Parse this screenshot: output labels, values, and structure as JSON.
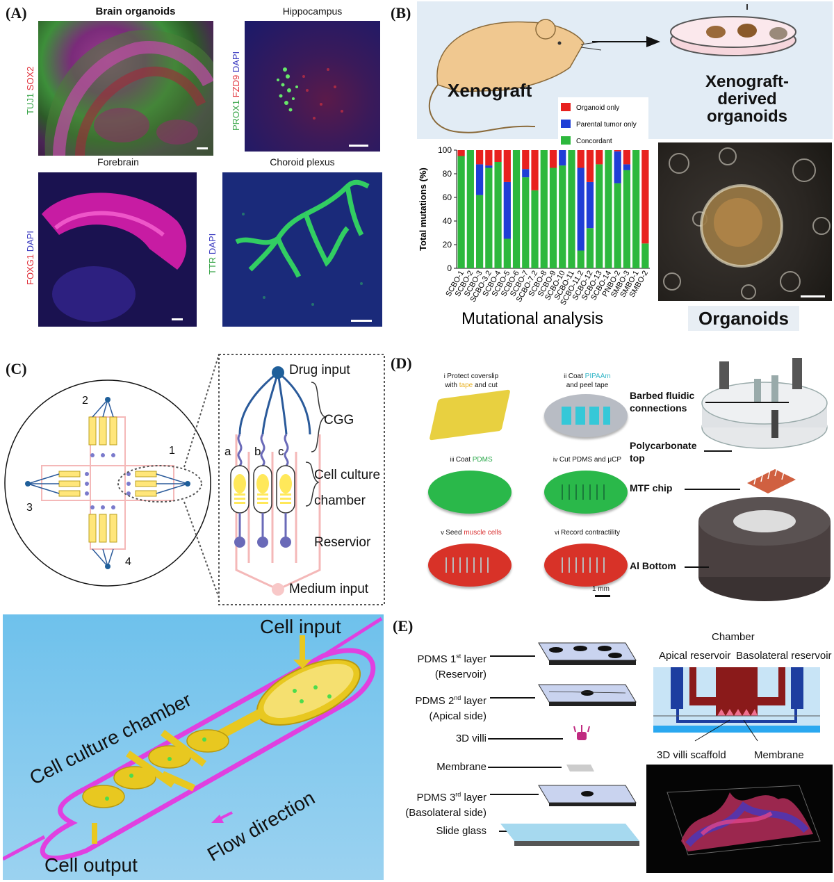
{
  "panelA": {
    "label": "(A)",
    "titles": {
      "brain": "Brain organoids",
      "hippo": "Hippocampus",
      "fore": "Forebrain",
      "choroid": "Choroid plexus"
    },
    "stains": {
      "brain": [
        {
          "t": "TUJ1",
          "c": "#3aa64a"
        },
        {
          "t": " SOX2",
          "c": "#e0303a"
        }
      ],
      "hippo": [
        {
          "t": "PROX1",
          "c": "#3aa64a"
        },
        {
          "t": " FZD9",
          "c": "#e0303a"
        },
        {
          "t": " DAPI",
          "c": "#3a3ac0"
        }
      ],
      "fore": [
        {
          "t": "FOXG1",
          "c": "#e0303a"
        },
        {
          "t": " DAPI",
          "c": "#3a3ac0"
        }
      ],
      "choroid": [
        {
          "t": "TTR",
          "c": "#3aa64a"
        },
        {
          "t": " DAPI",
          "c": "#3a3ac0"
        }
      ]
    }
  },
  "panelB": {
    "label": "(B)",
    "xenograft": "Xenograft",
    "xeno_derived": [
      "Xenograft-",
      "derived",
      "organoids"
    ],
    "organoids": "Organoids",
    "mutational": "Mutational analysis"
  },
  "chart_data": {
    "type": "bar",
    "stacked": true,
    "ylabel": "Total mutations (%)",
    "xlabel": "Mutational analysis",
    "ylim": [
      0,
      100
    ],
    "yticks": [
      0,
      20,
      40,
      60,
      80,
      100
    ],
    "legend_position": "top",
    "categories": [
      "SCBO-1",
      "SCBO-2",
      "SCBO-3",
      "SCBO-3.2",
      "SCBO-4",
      "SCBO-5",
      "SCBO-6",
      "SCBO-7",
      "SCBO-7.2",
      "SCBO-8",
      "SCBO-9",
      "SCBO-10",
      "SCBO-11",
      "SCBO-11.2",
      "SCBO-12",
      "SCBO-13",
      "SCBO-14",
      "PNBO-2",
      "SMBO-3",
      "SMBO-1",
      "SMBO-2"
    ],
    "series": [
      {
        "name": "Concordant",
        "color": "#2db83d",
        "values": [
          95,
          100,
          62,
          85,
          90,
          25,
          100,
          77,
          66,
          100,
          85,
          87,
          100,
          15,
          34,
          88,
          100,
          72,
          83,
          100,
          21
        ]
      },
      {
        "name": "Parental tumor only",
        "color": "#1f3ed6",
        "values": [
          0,
          0,
          26,
          2,
          0,
          48,
          0,
          7,
          0,
          0,
          0,
          13,
          0,
          70,
          39,
          0,
          0,
          27,
          5,
          0,
          0
        ]
      },
      {
        "name": "Organoid only",
        "color": "#e8211e",
        "values": [
          5,
          0,
          12,
          13,
          10,
          27,
          0,
          16,
          34,
          0,
          15,
          0,
          0,
          15,
          27,
          12,
          0,
          1,
          12,
          0,
          79
        ]
      }
    ],
    "legend": [
      "Organoid only",
      "Parental tumor only",
      "Concordant"
    ]
  },
  "panelC": {
    "label": "(C)",
    "drug_input": "Drug input",
    "cgg": "CGG",
    "cell_culture": "Cell culture",
    "chamber": "chamber",
    "reservior": "Reservior",
    "medium_input": "Medium input",
    "a": "a",
    "b": "b",
    "c": "c",
    "n1": "1",
    "n2": "2",
    "n3": "3",
    "n4": "4",
    "cell_input": "Cell input",
    "cell_culture_chamber": "Cell culture chamber",
    "flow_direction": "Flow direction",
    "cell_output": "Cell output"
  },
  "panelD": {
    "label": "(D)",
    "steps": [
      {
        "n": "i",
        "text": "Protect coverslip",
        "text2a": "with ",
        "hl": "tape",
        "hl_color": "#e8b020",
        "text2b": " and cut"
      },
      {
        "n": "ii",
        "text": "Coat ",
        "hl": "PIPAAm",
        "hl_color": "#38b7c8",
        "text2a": "and peel tape",
        "text2b": ""
      },
      {
        "n": "iii",
        "text": "Coat ",
        "hl": "PDMS",
        "hl_color": "#2aa84a",
        "text2a": "",
        "text2b": ""
      },
      {
        "n": "iv",
        "text": "Cut PDMS and μCP",
        "hl": "",
        "hl_color": "",
        "text2a": "",
        "text2b": ""
      },
      {
        "n": "v",
        "text": "Seed ",
        "hl": "muscle cells",
        "hl_color": "#d93030",
        "text2a": "",
        "text2b": ""
      },
      {
        "n": "vi",
        "text": "Record contractility",
        "hl": "",
        "hl_color": "",
        "text2a": "",
        "text2b": ""
      }
    ],
    "scale": "1 mm",
    "barbed": [
      "Barbed fluidic",
      "connections"
    ],
    "polycarbonate": [
      "Polycarbonate",
      "top"
    ],
    "mtf": "MTF chip",
    "al": "Al Bottom"
  },
  "panelE": {
    "label": "(E)",
    "layers": [
      {
        "line1": "PDMS 1",
        "sup": "st",
        "rest": " layer",
        "line2": "(Reservoir)"
      },
      {
        "line1": "PDMS 2",
        "sup": "nd",
        "rest": " layer",
        "line2": "(Apical side)"
      },
      {
        "line1": "3D villi",
        "sup": "",
        "rest": "",
        "line2": ""
      },
      {
        "line1": "Membrane",
        "sup": "",
        "rest": "",
        "line2": ""
      },
      {
        "line1": "PDMS 3",
        "sup": "rd",
        "rest": " layer",
        "line2": "(Basolateral side)"
      },
      {
        "line1": "Slide glass",
        "sup": "",
        "rest": "",
        "line2": ""
      }
    ],
    "chamber": "Chamber",
    "apical": "Apical reservoir",
    "basolateral": "Basolateral reservoir",
    "villi_scaffold": "3D villi scaffold",
    "membrane": "Membrane"
  }
}
